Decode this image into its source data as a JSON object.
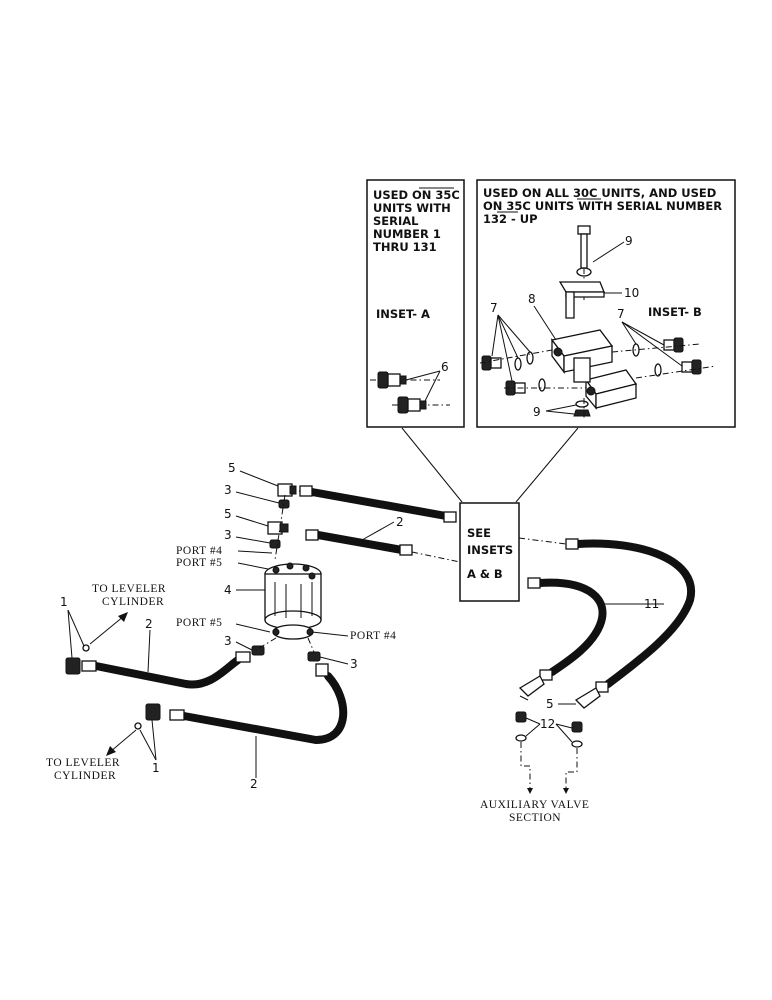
{
  "inset_a": {
    "lines": [
      "USED ON 35C",
      "UNITS WITH",
      "SERIAL",
      "NUMBER 1",
      "THRU 131"
    ],
    "title": "INSET- A",
    "part_6": "6"
  },
  "inset_b": {
    "lines": [
      "USED ON ALL 30C UNITS, AND USED",
      "ON 35C UNITS WITH SERIAL NUMBER",
      "132 - UP"
    ],
    "title": "INSET- B",
    "part_9_top": "9",
    "part_10": "10",
    "part_8": "8",
    "part_7_left": "7",
    "part_7_right": "7",
    "part_9_bottom": "9"
  },
  "see_insets": {
    "lines": [
      "SEE",
      "INSETS",
      "A & B"
    ]
  },
  "labels": {
    "port4_top": "PORT #4",
    "port5_top": "PORT #5",
    "port5_bottom": "PORT #5",
    "port4_bottom": "PORT #4",
    "to_leveler_top": [
      "TO LEVELER",
      "CYLINDER"
    ],
    "to_leveler_bottom": [
      "TO LEVELER",
      "CYLINDER"
    ],
    "auxiliary": [
      "AUXILIARY VALVE",
      "SECTION"
    ]
  },
  "parts": {
    "p5a": "5",
    "p3a": "3",
    "p5b": "5",
    "p3b": "3",
    "p4": "4",
    "p2_top": "2",
    "p1_top": "1",
    "p2_mid": "2",
    "p3_left": "3",
    "p3_right": "3",
    "p1_bottom": "1",
    "p2_bottom": "2",
    "p11": "11",
    "p5_right": "5",
    "p12": "12"
  }
}
